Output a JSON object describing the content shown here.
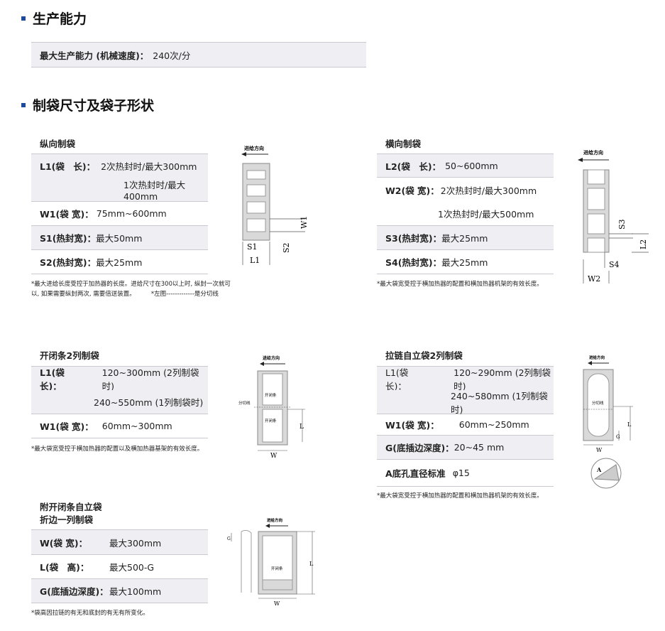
{
  "capacity": {
    "title": "生产能力",
    "label": "最大生产能力 (机械速度)：",
    "value": "240次/分"
  },
  "bag": {
    "title": "制袋尺寸及袋子形状",
    "vertical": {
      "title": "纵向制袋",
      "rows": [
        {
          "key": "L1(袋　长)：",
          "val": "2次热封时/最大300mm"
        },
        {
          "key": "",
          "val": "1次热封时/最大400mm"
        },
        {
          "key": "W1(袋 宽)：",
          "val": "75mm~600mm"
        },
        {
          "key": "S1(热封宽)：",
          "val": "最大50mm"
        },
        {
          "key": "S2(热封宽)：",
          "val": "最大25mm"
        }
      ],
      "note1": "*最大进给长度受控于加热器的长度。进给尺寸在300以上时, 纵封一次就可",
      "note2": "以, 如果需要纵封两次, 需要倍送装置。",
      "note3": "*左图-------------是分切线",
      "diagram": {
        "direction": "进给方向",
        "s1": "S1",
        "s2": "S2",
        "l1": "L1",
        "w1": "W1"
      }
    },
    "horizontal": {
      "title": "横向制袋",
      "rows": [
        {
          "key": "L2(袋　长)：",
          "val": "50~600mm"
        },
        {
          "key": "W2(袋 宽)：",
          "val": "2次热封时/最大300mm"
        },
        {
          "key": "",
          "val": "1次热封时/最大500mm"
        },
        {
          "key": "S3(热封宽)：",
          "val": "最大25mm"
        },
        {
          "key": "S4(热封宽)：",
          "val": "最大25mm"
        }
      ],
      "note": "*最大袋宽受控于横加热器的配置和横加热器机架的有效长度。",
      "diagram": {
        "direction": "进给方向",
        "s3": "S3",
        "s4": "S4",
        "l2": "L2",
        "w2": "W2"
      }
    },
    "zipper2": {
      "title": "开闭条2列制袋",
      "rows": [
        {
          "key": "L1(袋　长)：",
          "val": "120~300mm (2列制袋时)"
        },
        {
          "key": "",
          "val": "240~550mm (1列制袋时)"
        },
        {
          "key": "W1(袋 宽)：",
          "val": "60mm~300mm"
        }
      ],
      "note": "*最大袋宽受控于横加热器的配置以及横加热器基架的有效长度。",
      "diagram": {
        "direction": "进给方向",
        "cut": "分切线",
        "zip": "开闭条",
        "l": "L",
        "w": "W"
      }
    },
    "standup2": {
      "title": "拉链自立袋2列制袋",
      "rows": [
        {
          "key": "L1(袋　长)：",
          "val": "120~290mm (2列制袋时)"
        },
        {
          "key": "",
          "val": "240~580mm (1列制袋时)"
        },
        {
          "key": "W1(袋 宽)：",
          "val": "60mm~250mm"
        },
        {
          "key": "G(底插边深度)：",
          "val": "20~45 mm"
        },
        {
          "key": "A底孔直径标准",
          "val": "φ15"
        }
      ],
      "note": "*最大袋宽受控于横加热器的配置和横加热器机架的有效长度。",
      "diagram": {
        "direction": "进给方向",
        "cut": "分切线",
        "l": "L",
        "g": "G",
        "w": "W",
        "a": "A"
      }
    },
    "standup1": {
      "title1": "附开闭条自立袋",
      "title2": "折边一列制袋",
      "rows": [
        {
          "key": "W(袋 宽)：",
          "val": "最大300mm"
        },
        {
          "key": "L(袋　高)：",
          "val": "最大500-G"
        },
        {
          "key": "G(底插边深度)：",
          "val": "最大100mm"
        }
      ],
      "note": "*袋高因拉链的有无和底封的有无有所变化。",
      "diagram": {
        "direction": "进给方向",
        "zip": "开闭条",
        "l": "L",
        "w": "W",
        "g": "G"
      }
    }
  }
}
